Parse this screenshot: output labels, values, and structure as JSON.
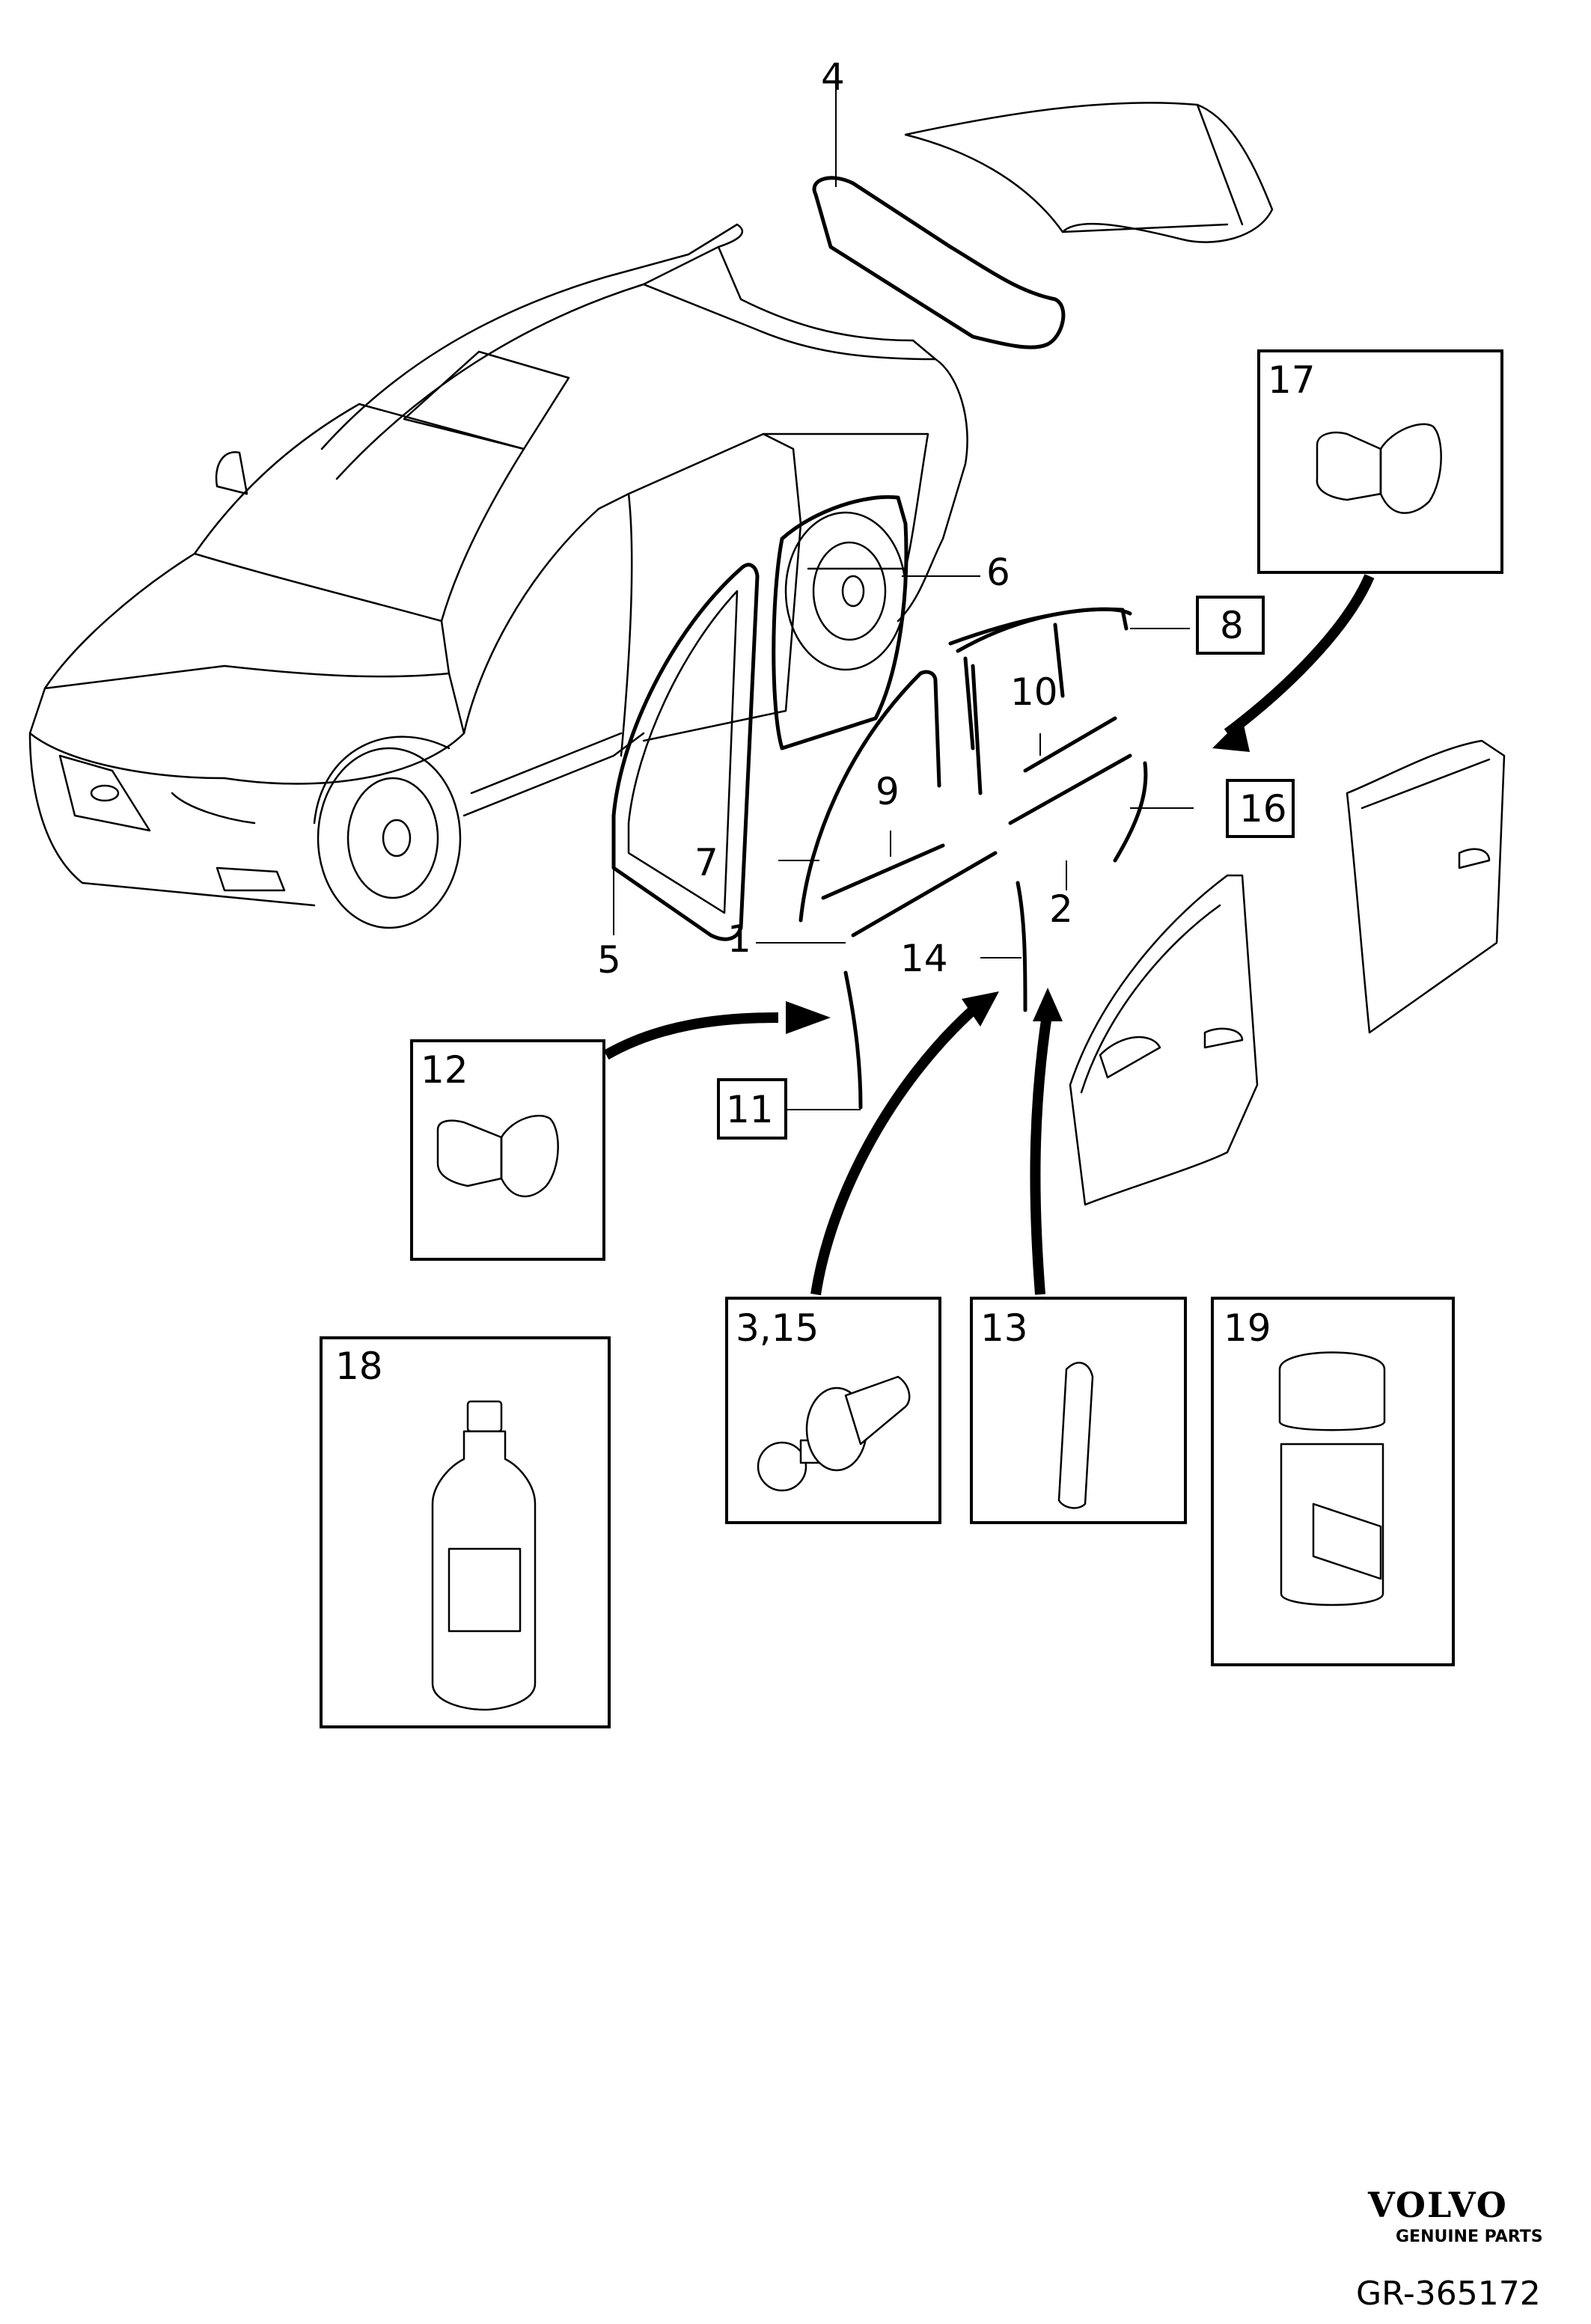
{
  "callouts": {
    "c1": "1",
    "c2": "2",
    "c3_15": "3,15",
    "c4": "4",
    "c5": "5",
    "c6": "6",
    "c7": "7",
    "c8": "8",
    "c9": "9",
    "c10": "10",
    "c11": "11",
    "c12": "12",
    "c13": "13",
    "c14": "14",
    "c16": "16",
    "c17": "17",
    "c18": "18",
    "c19": "19"
  },
  "brand": {
    "logo": "VOLVO",
    "tagline": "GENUINE PARTS"
  },
  "reference": "GR-365172"
}
